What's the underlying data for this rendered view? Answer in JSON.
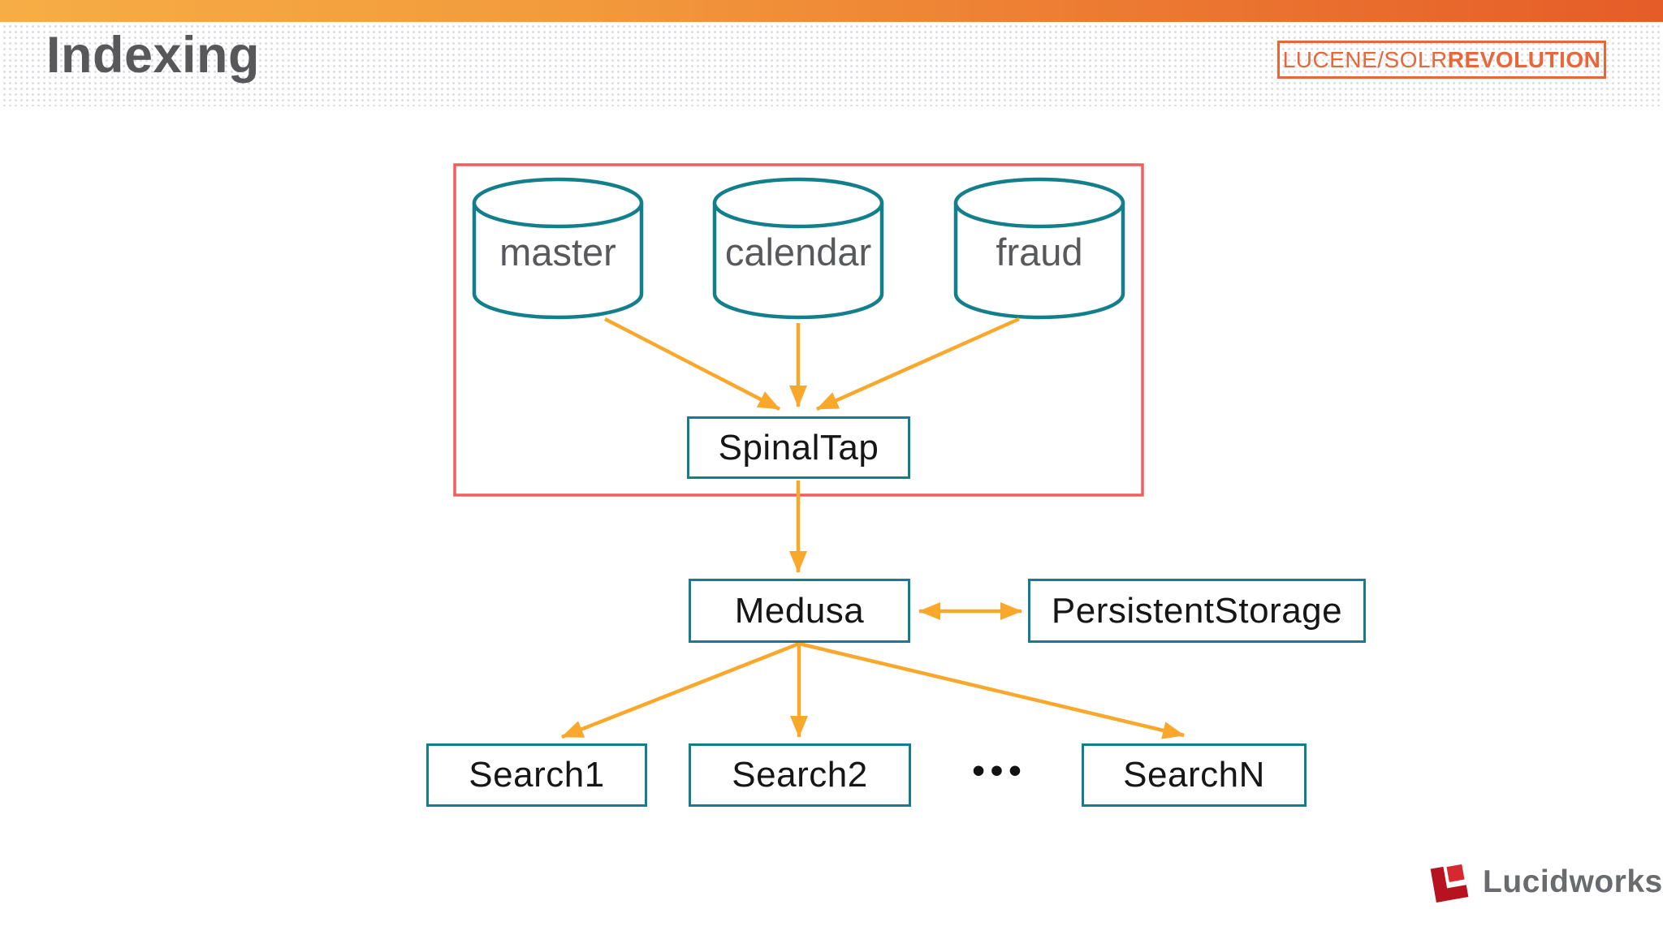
{
  "header": {
    "title": "Indexing",
    "badge": {
      "brand_regular": "LUCENE/SOLR",
      "brand_bold": "REVOLUTION"
    }
  },
  "diagram": {
    "sources_group": {
      "databases": [
        {
          "label": "master"
        },
        {
          "label": "calendar"
        },
        {
          "label": "fraud"
        }
      ],
      "processor": {
        "label": "SpinalTap"
      }
    },
    "pipeline": {
      "medusa": {
        "label": "Medusa"
      },
      "persistent_storage": {
        "label": "PersistentStorage"
      }
    },
    "search_nodes": [
      {
        "label": "Search1"
      },
      {
        "label": "Search2"
      },
      {
        "label": "SearchN"
      }
    ],
    "ellipsis": "•••"
  },
  "footer": {
    "logo_text": "Lucidworks"
  },
  "colors": {
    "arrow_orange": "#F9A82C",
    "node_teal_outline": "#147F8C",
    "group_border_red": "#F25C5C",
    "topbar_gradient_start": "#F7AD45",
    "topbar_gradient_end": "#E55C28",
    "badge_orange": "#E8673A",
    "title_gray": "#58585B",
    "logo_red_dark": "#B6121F",
    "logo_red_bright": "#D7282F",
    "logo_text_gray": "#6A6B6E"
  }
}
